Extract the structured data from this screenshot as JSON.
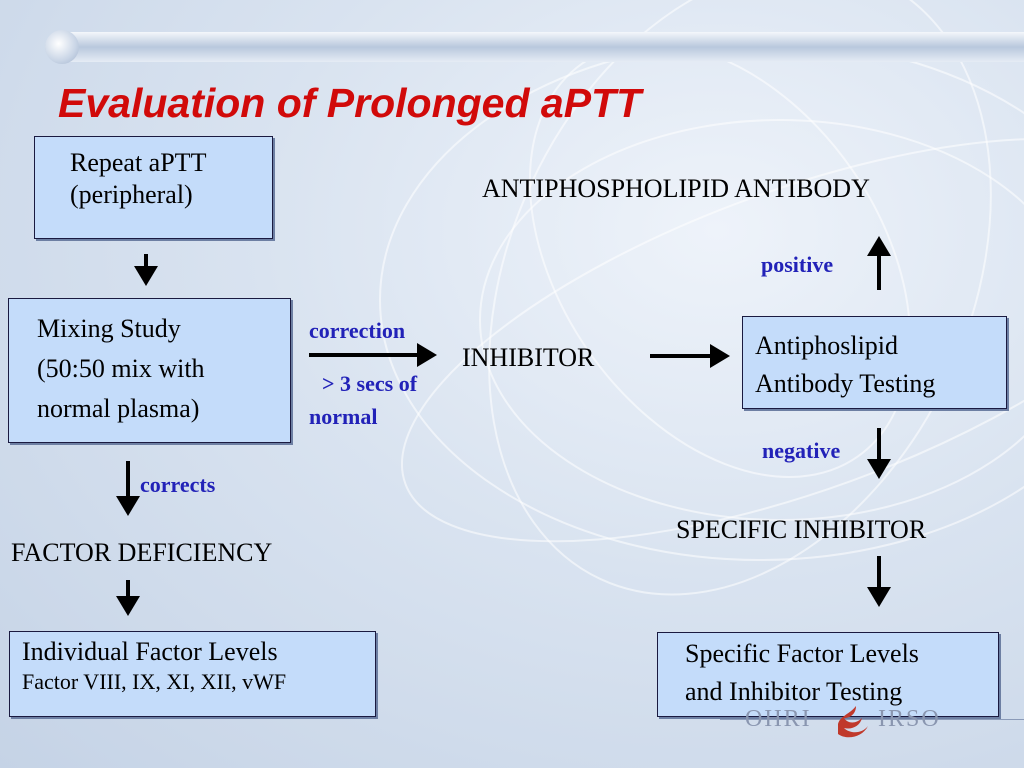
{
  "title": "Evaluation of Prolonged aPTT",
  "boxes": {
    "repeat": {
      "line1": "Repeat aPTT",
      "line2": "(peripheral)"
    },
    "mixing": {
      "line1": "Mixing Study",
      "line2": "(50:50 mix with",
      "line3": "normal plasma)"
    },
    "individual": {
      "line1": "Individual Factor Levels",
      "line2": "Factor VIII, IX, XI, XII, vWF"
    },
    "antibody_testing": {
      "line1": "Antiphoslipid",
      "line2": "Antibody Testing"
    },
    "specific_levels": {
      "line1": "Specific Factor Levels",
      "line2": "and Inhibitor Testing"
    }
  },
  "labels": {
    "factor_deficiency": "FACTOR DEFICIENCY",
    "inhibitor": "INHIBITOR",
    "antiphospholipid": "ANTIPHOSPHOLIPID ANTIBODY",
    "specific_inhibitor": "SPECIFIC INHIBITOR"
  },
  "edge_labels": {
    "corrects": "corrects",
    "correction": "correction",
    "gt_secs": "> 3 secs of",
    "normal": "normal",
    "positive": "positive",
    "negative": "negative"
  },
  "logo": {
    "left": "OHRI",
    "right": "IRSO"
  },
  "colors": {
    "title": "#d10a0a",
    "box_fill": "#c4dcfa",
    "edge_label": "#2222b8"
  }
}
